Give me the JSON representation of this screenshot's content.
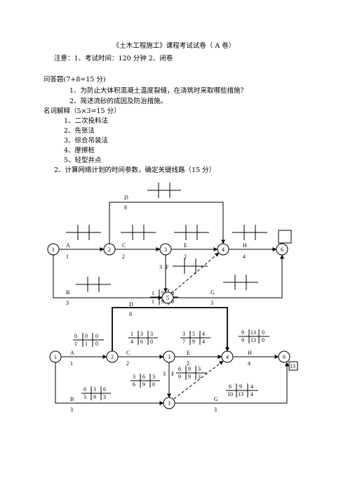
{
  "title": "《土木工程施工》课程考试试卷（ A 卷）",
  "notice": "注意：1、考试时间：120  分钟      2、闭卷",
  "section1": {
    "heading": "问答题(7+8=15 分)",
    "q1": "1、为防止大体积混凝土温度裂缝，在浇筑时采取哪些措施？",
    "q2": "2、简述流砂的成因及防治措施。"
  },
  "section2": {
    "heading": "名词解释（5×3=15 分）",
    "items": [
      "1、二次投料法",
      "2、先张法",
      "3、综合吊装法",
      "4、摩擦桩",
      "5、轻型井点"
    ]
  },
  "question2": "2、计算网络计划的时间参数，确定关键线路（15 分）",
  "network1": {
    "nodes": [
      "1",
      "2",
      "3",
      "4",
      "6",
      "5"
    ],
    "activities": [
      {
        "name": "A",
        "duration": "1"
      },
      {
        "name": "C",
        "duration": "2"
      },
      {
        "name": "E",
        "duration": "2"
      },
      {
        "name": "H",
        "duration": "4"
      },
      {
        "name": "D",
        "duration": "8"
      },
      {
        "name": "B",
        "duration": "3"
      },
      {
        "name": "G",
        "duration": "3"
      },
      {
        "name": "F",
        "duration": "3"
      }
    ],
    "node5_params": {
      "top": [
        "1",
        "9",
        "0"
      ],
      "bottom": [
        "1",
        "9",
        "0"
      ]
    }
  },
  "network2": {
    "nodes": [
      "1",
      "2",
      "3",
      "4",
      "6",
      "3"
    ],
    "terminal_value": "13",
    "activities": [
      {
        "name": "A",
        "duration": "1"
      },
      {
        "name": "C",
        "duration": "2"
      },
      {
        "name": "E",
        "duration": "2"
      },
      {
        "name": "H",
        "duration": "4"
      },
      {
        "name": "D",
        "duration": "8"
      },
      {
        "name": "B",
        "duration": "3"
      },
      {
        "name": "G",
        "duration": "3"
      },
      {
        "name": "F",
        "duration": "3"
      }
    ],
    "params": {
      "A": {
        "top": [
          "0",
          "0",
          "0"
        ],
        "bottom": [
          "1",
          "1",
          "0"
        ]
      },
      "C": {
        "top": [
          "1",
          "3",
          "3"
        ],
        "bottom": [
          "4",
          "6",
          "0"
        ]
      },
      "E": {
        "top": [
          "3",
          "5",
          "4"
        ],
        "bottom": [
          "7",
          "9",
          "4"
        ]
      },
      "H": {
        "top": [
          "9",
          "13",
          "0"
        ],
        "bottom": [
          "9",
          "13",
          "0"
        ]
      },
      "B": {
        "top": [
          "0",
          "3",
          "6"
        ],
        "bottom": [
          "3",
          "9",
          "3"
        ]
      },
      "F1": {
        "top": [
          "3",
          "6",
          "3"
        ],
        "bottom": [
          "6",
          "9",
          "0"
        ]
      },
      "F2": {
        "top": [
          "6",
          "9",
          "3"
        ],
        "bottom": [
          "9",
          "9",
          "3"
        ]
      },
      "G": {
        "top": [
          "6",
          "9",
          "4"
        ],
        "bottom": [
          "10",
          "13",
          "4"
        ]
      }
    }
  }
}
